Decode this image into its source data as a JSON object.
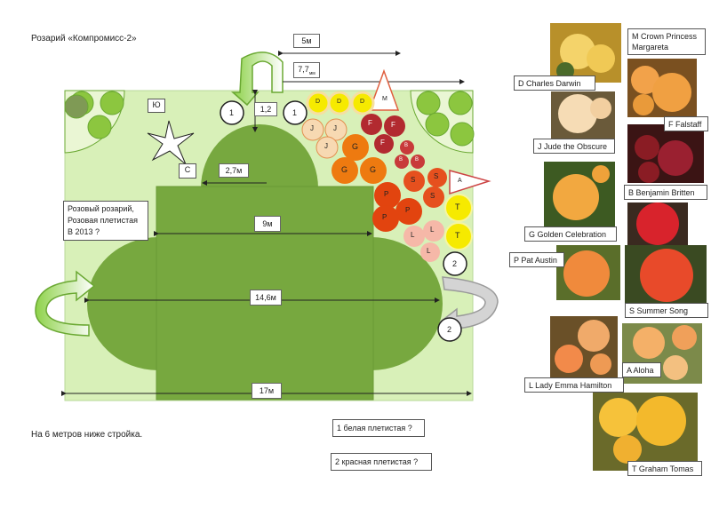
{
  "title": "Розарий «Компромисс-2»",
  "notes": {
    "compass_south": "Ю",
    "compass_north": "С",
    "rose_garden": [
      "Розовый розарий,",
      "Розовая плетистая",
      "В 2013 ?"
    ],
    "construction": "На 6 метров ниже стройка.",
    "climber_white": "1 белая плетистая ?",
    "climber_red": "2  красная плетистая ?"
  },
  "dimensions": {
    "d5m": "5м",
    "d77": "7,7",
    "d77sub": "мм",
    "d12": "1,2",
    "d27": "2,7м",
    "d9m": "9м",
    "d146": "14,6м",
    "d17m": "17м"
  },
  "markers": {
    "one": "1",
    "two": "2",
    "m": "M",
    "a": "A"
  },
  "plants": {
    "D": "D",
    "J": "J",
    "G": "G",
    "F": "F",
    "B": "B",
    "S": "S",
    "P": "P",
    "L": "L",
    "T": "T"
  },
  "legend": [
    {
      "code": "M",
      "label": "M Crown Princess Margareta"
    },
    {
      "code": "D",
      "label": "D Charles Darwin"
    },
    {
      "code": "F",
      "label": "F Falstaff"
    },
    {
      "code": "J",
      "label": "J Jude the Obscure"
    },
    {
      "code": "B",
      "label": "B Benjamin Britten"
    },
    {
      "code": "G",
      "label": "G Golden Celebration"
    },
    {
      "code": "P",
      "label": "P Pat Austin"
    },
    {
      "code": "S",
      "label": "S Summer Song"
    },
    {
      "code": "A",
      "label": "A Aloha"
    },
    {
      "code": "L",
      "label": "L Lady Emma Hamilton"
    },
    {
      "code": "T",
      "label": "T Graham Tomas"
    }
  ],
  "colors": {
    "lawn": "#d8f0b8",
    "bed": "#77a83f",
    "bush": "#8cc63f",
    "yellow": "#f6ea00",
    "orange": "#ee7a10",
    "red_orange": "#e2440f",
    "crimson": "#b22a30",
    "pink": "#f6b8a8",
    "peach": "#f7d9b2"
  }
}
